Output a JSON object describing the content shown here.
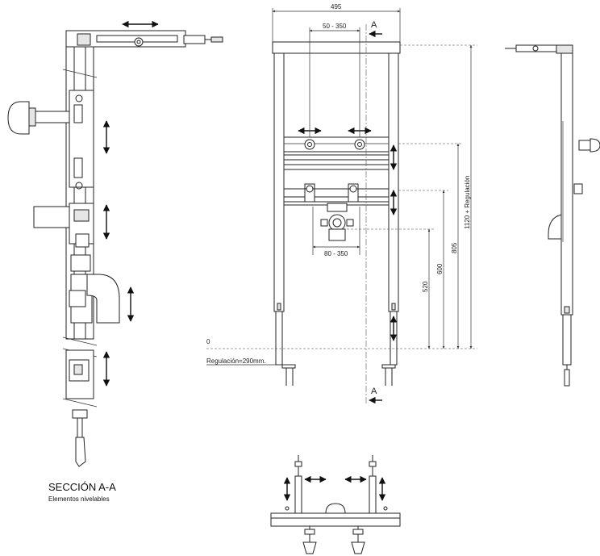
{
  "dimensions": {
    "frame_width": "495",
    "upper_outlet_range": "50 - 350",
    "lower_outlet_range": "80 - 350",
    "height_1120": "1120 + Regulación",
    "height_805": "805",
    "height_600": "600",
    "height_520": "520",
    "zero_level": "0",
    "regulation": "Regulación=290mm."
  },
  "section": {
    "marker_top": "A",
    "marker_bottom": "A",
    "title": "SECCIÓN A-A",
    "subtitle": "Elementos nivelables"
  }
}
